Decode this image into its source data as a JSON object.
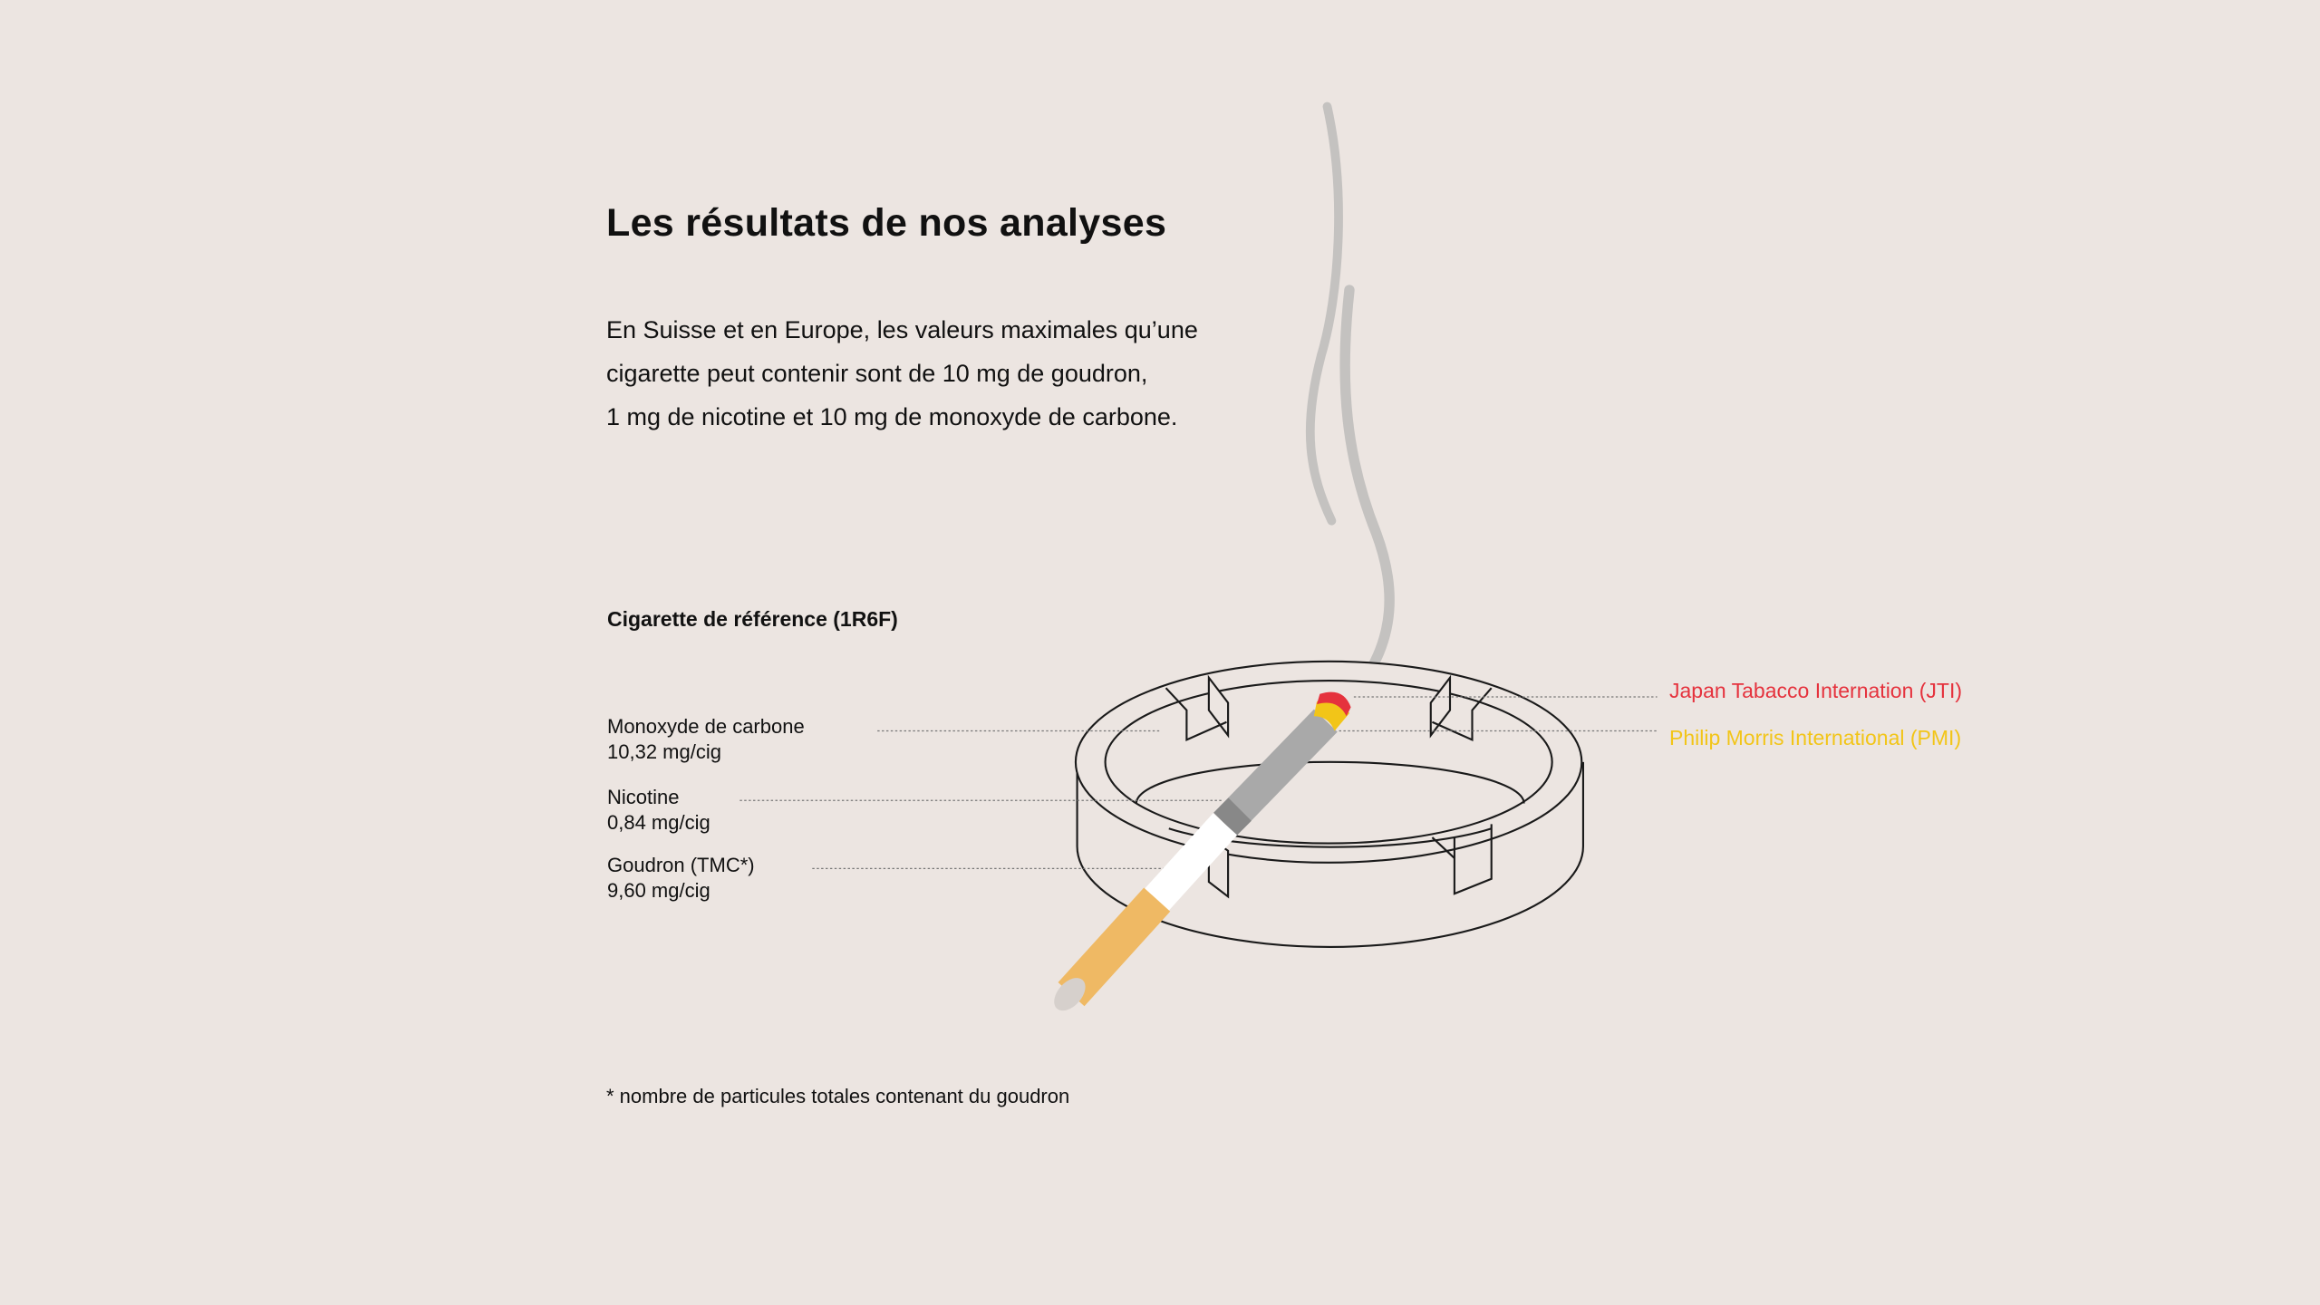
{
  "title": "Les résultats de nos analyses",
  "intro": {
    "lines": [
      "En Suisse et en Europe, les valeurs maximales qu’une",
      "cigarette peut contenir sont de 10 mg de goudron,",
      "1 mg de nicotine et 10 mg de monoxyde de carbone."
    ]
  },
  "reference": {
    "heading": "Cigarette de référence (1R6F)",
    "items": [
      {
        "name": "Monoxyde de carbone",
        "value": "10,32 mg/cig"
      },
      {
        "name": "Nicotine",
        "value": "0,84 mg/cig"
      },
      {
        "name": "Goudron (TMC*)",
        "value": "9,60 mg/cig"
      }
    ]
  },
  "legend": [
    {
      "label": "Japan Tabacco Internation (JTI)",
      "color": "#e5323d"
    },
    {
      "label": "Philip Morris International (PMI)",
      "color": "#f2c518"
    }
  ],
  "footnote": "* nombre de particules totales contenant du goudron",
  "colors": {
    "background": "#ece5e1",
    "smoke": "#c4c2c0",
    "cigarette": "#a9a9a9",
    "filter": "#efb964"
  }
}
